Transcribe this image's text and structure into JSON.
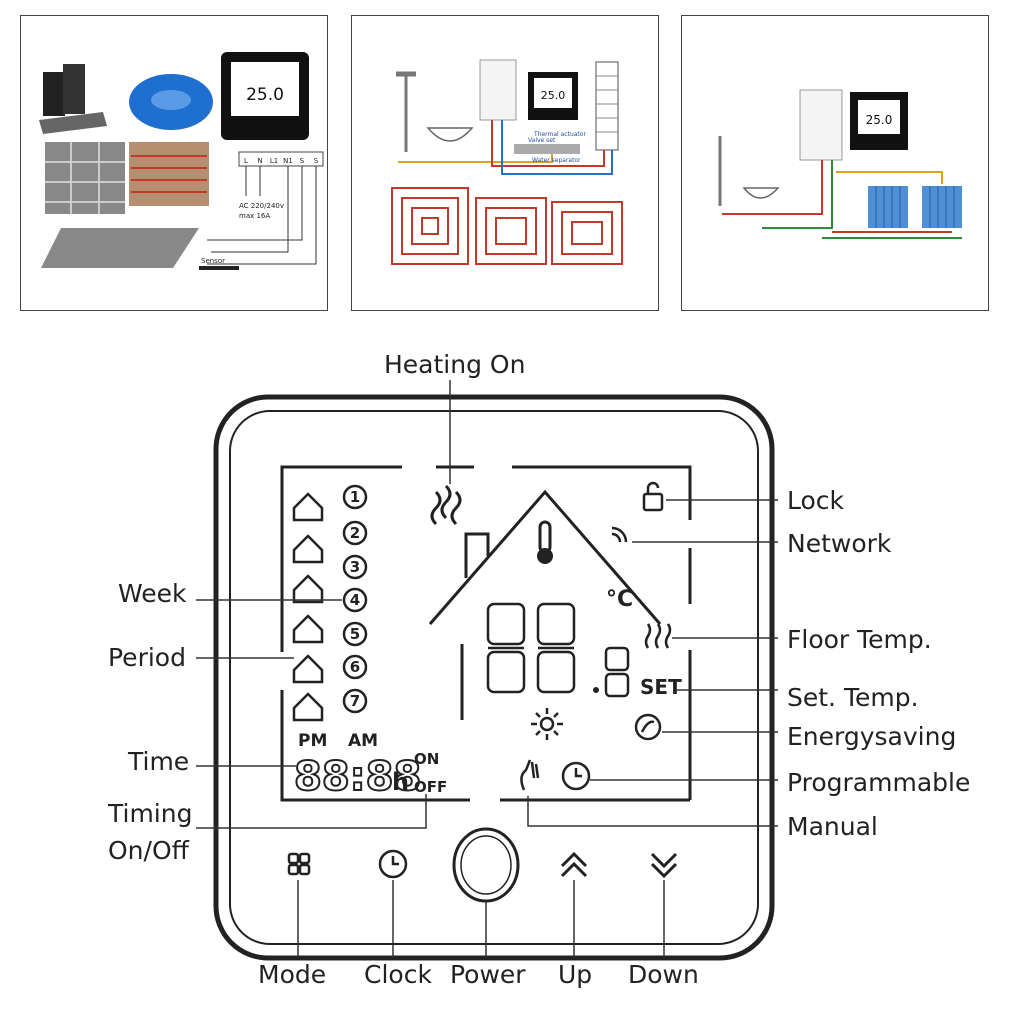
{
  "panels": {
    "floor_heating": {
      "wiring_terminals": [
        "L",
        "N",
        "L1",
        "N1",
        "S",
        "S"
      ],
      "supply_lines": [
        "AC 220/240v",
        "max 16A"
      ],
      "sensor_label": "Sensor",
      "thermostat_reading": "25.0"
    },
    "water_heating": {
      "thermal_actuator_label": "Thermal actuator",
      "valve_label": "Valve set",
      "separator_label": "Water separator",
      "thermostat_reading": "25.0"
    },
    "radiator_heating": {
      "thermostat_reading": "25.0"
    }
  },
  "callouts": {
    "heating_on": "Heating On",
    "lock": "Lock",
    "network": "Network",
    "week": "Week",
    "period": "Period",
    "floor_temp": "Floor Temp.",
    "set_temp": "Set. Temp.",
    "energysaving": "Energysaving",
    "time": "Time",
    "programmable": "Programmable",
    "timing_line1": "Timing",
    "timing_line2": "On/Off",
    "manual": "Manual",
    "mode": "Mode",
    "clock": "Clock",
    "power": "Power",
    "up": "Up",
    "down": "Down"
  },
  "display": {
    "day_numbers": [
      "1",
      "2",
      "3",
      "4",
      "5",
      "6",
      "7"
    ],
    "pm": "PM",
    "am": "AM",
    "on": "ON",
    "off": "OFF",
    "clock_digits": "88:88",
    "hour_unit": "h",
    "temp_digits": "88",
    "temp_decimal": "8",
    "celsius": "°C",
    "set": "SET"
  }
}
